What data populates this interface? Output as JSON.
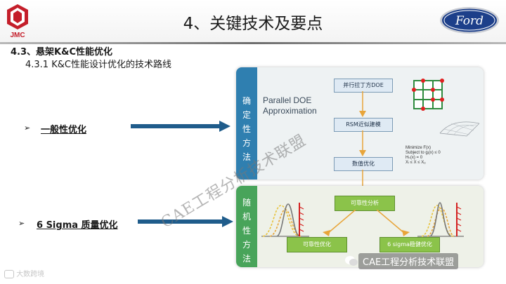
{
  "header": {
    "title": "4、关键技术及要点",
    "left_logo_text": "JMC",
    "right_logo_text": "Ford"
  },
  "section": {
    "heading": "4.3、悬架K&C性能优化",
    "subheading": "4.3.1  K&C性能设计优化的技术路线"
  },
  "items": [
    {
      "bullet": "➢",
      "label": "一般性优化"
    },
    {
      "bullet": "➢",
      "label": "6 Sigma 质量优化"
    }
  ],
  "deterministic_panel": {
    "side_label": [
      "确",
      "定",
      "性",
      "方",
      "法"
    ],
    "title_line1": "Parallel DOE",
    "title_line2": "Approximation",
    "box1": "并行拉丁方DOE",
    "box2": "RSM近似建模",
    "box3": "数值优化",
    "formula": [
      "Minimize F(x)",
      "Subject to gⱼ(x) ≤ 0",
      "Hₖ(x) = 0",
      "Xₗ ≤ X ≤ Xᵤ"
    ]
  },
  "stochastic_panel": {
    "side_label": [
      "随",
      "机",
      "性",
      "方",
      "法"
    ],
    "box_reliability_analysis": "可靠性分析",
    "box_reliability_opt": "可靠性优化",
    "box_sigma_opt": "6 sigma稳健优化"
  },
  "watermarks": {
    "diagonal": "CAE工程分析技术联盟",
    "wechat": "CAE工程分析技术联盟",
    "bottom_left": "大数跨境"
  },
  "colors": {
    "arrow_blue": "#1f5c8b",
    "panel_blue": "#2f7fb0",
    "panel_green": "#48a45a",
    "box_green": "#8bc34a",
    "flow_arrow": "#e8a53a"
  }
}
